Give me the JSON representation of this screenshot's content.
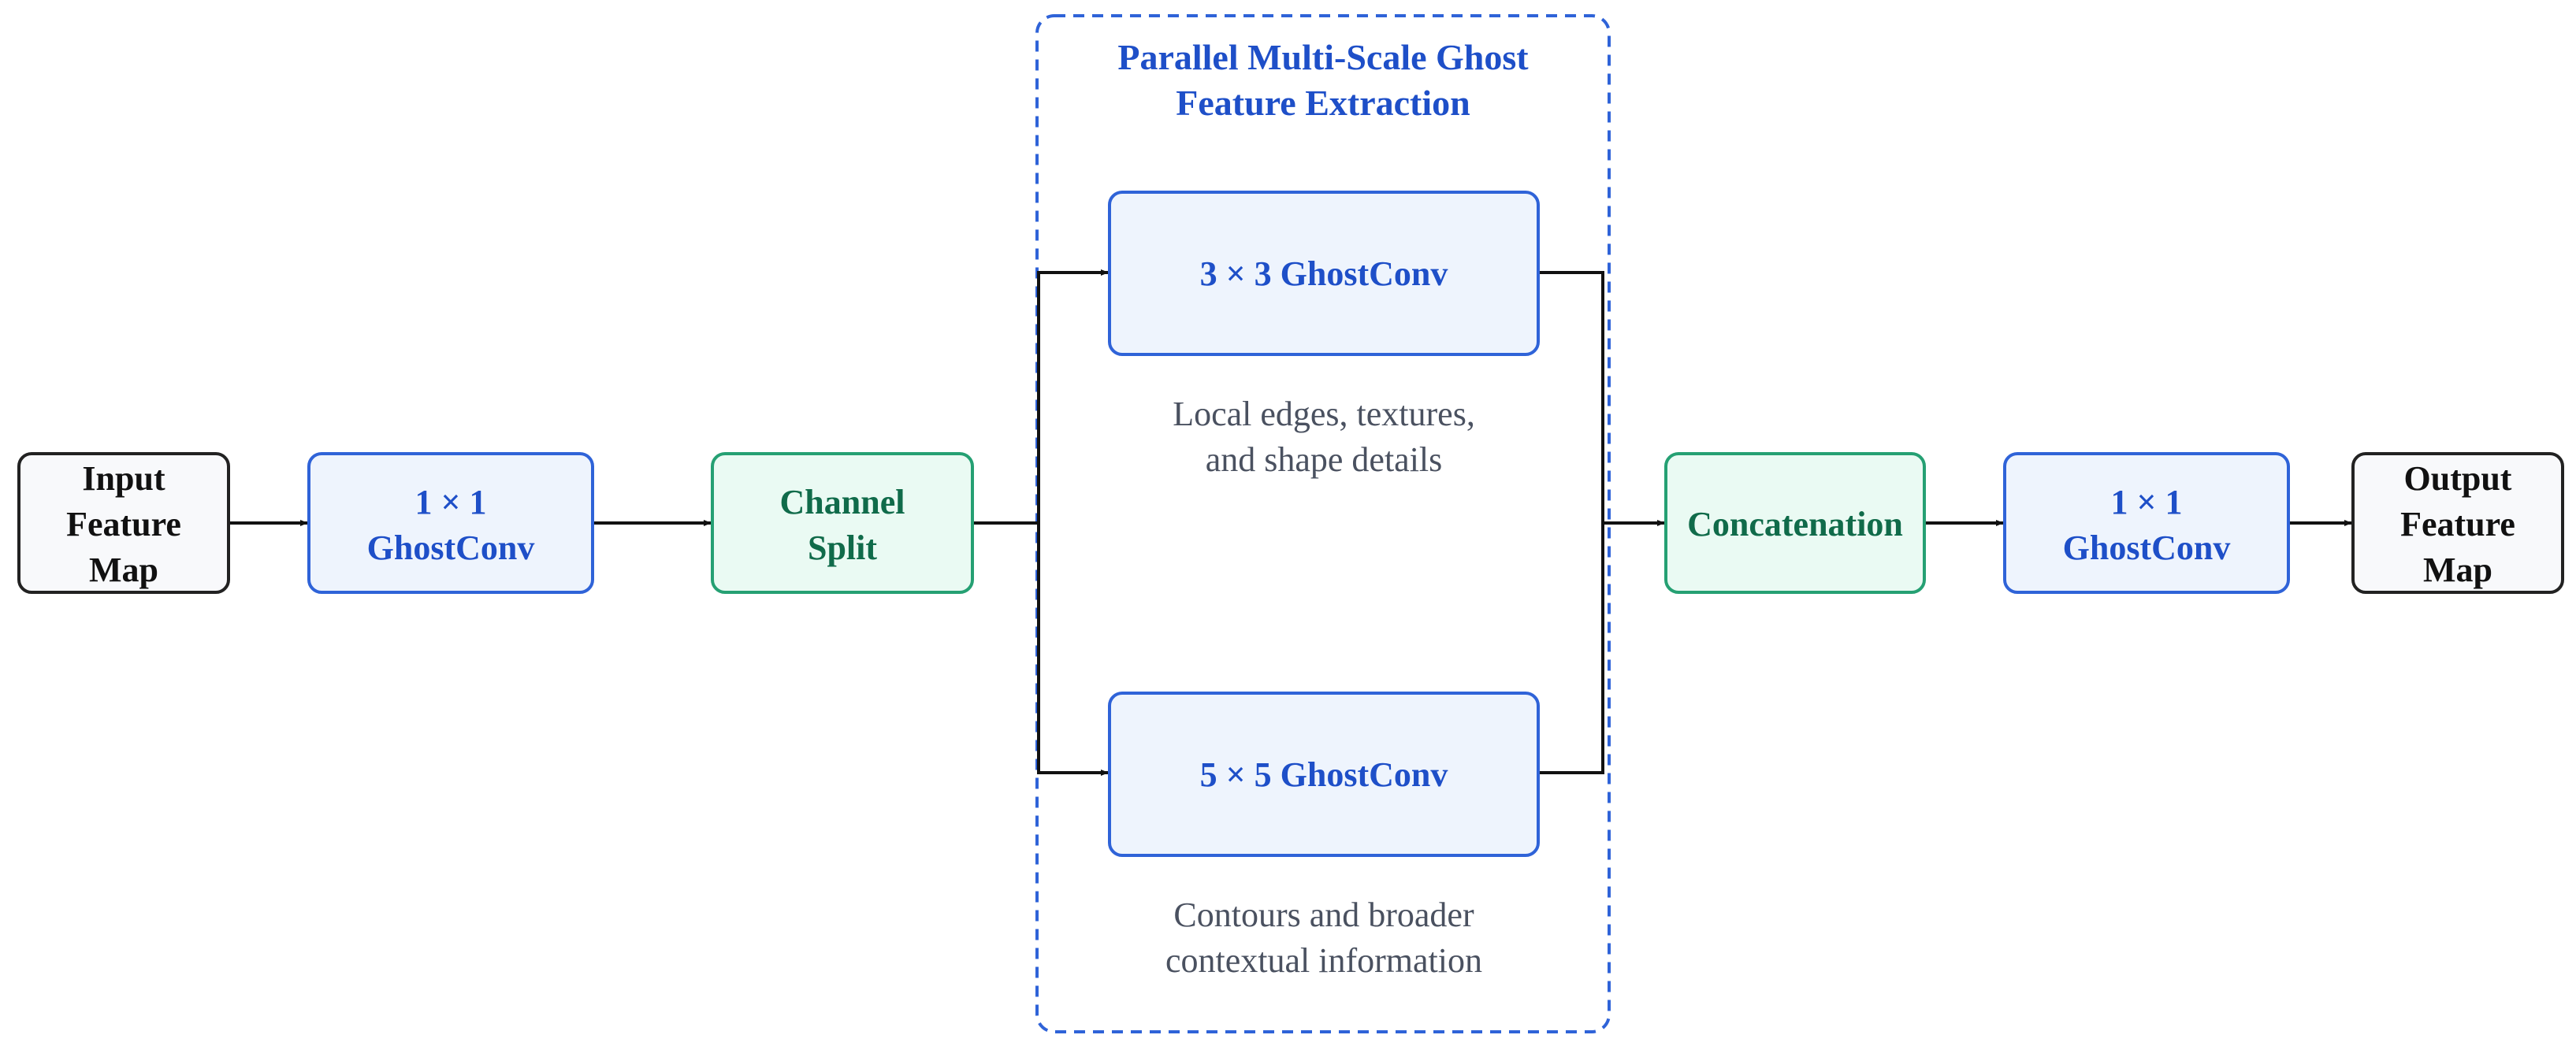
{
  "colors": {
    "blue_border": "#2f63d8",
    "blue_fill": "#eef4fd",
    "blue_text": "#1e4fc8",
    "green_border": "#25a073",
    "green_fill": "#eafaf3",
    "green_text": "#106b4a",
    "dark_border": "#222222",
    "dark_fill": "#f8f9fb",
    "dark_text": "#111111",
    "edge": "#111111",
    "caption": "#4a5160",
    "group_border": "#2f63d8"
  },
  "group": {
    "title_lines": [
      "Parallel Multi-Scale Ghost",
      "Feature Extraction"
    ]
  },
  "nodes": {
    "input": {
      "lines": [
        "Input",
        "Feature",
        "Map"
      ]
    },
    "conv_in": {
      "lines": [
        "1 × 1",
        "GhostConv"
      ]
    },
    "split": {
      "lines": [
        "Channel",
        "Split"
      ]
    },
    "conv3": {
      "lines": [
        "3 × 3 GhostConv"
      ]
    },
    "conv5": {
      "lines": [
        "5 × 5 GhostConv"
      ]
    },
    "concat": {
      "lines": [
        "Concatenation"
      ]
    },
    "conv_out": {
      "lines": [
        "1 × 1",
        "GhostConv"
      ]
    },
    "output": {
      "lines": [
        "Output",
        "Feature",
        "Map"
      ]
    }
  },
  "captions": {
    "conv3": [
      "Local edges, textures,",
      "and shape details"
    ],
    "conv5": [
      "Contours and broader",
      "contextual information"
    ]
  }
}
